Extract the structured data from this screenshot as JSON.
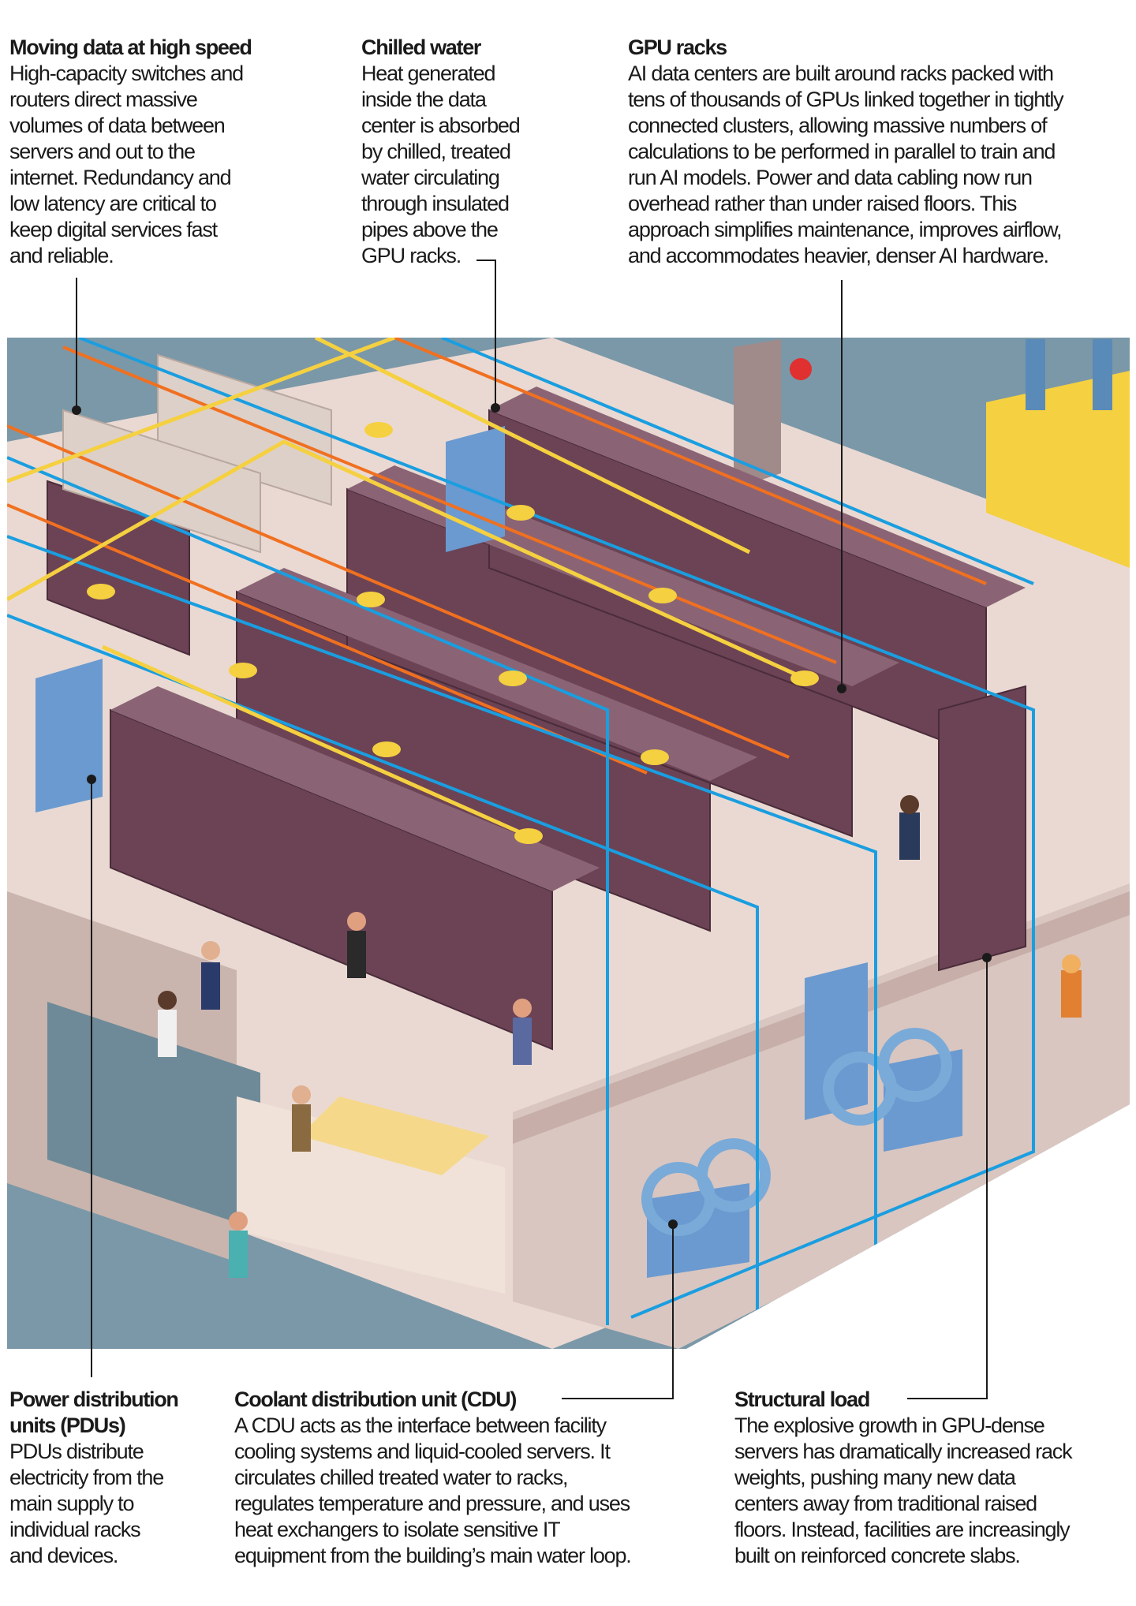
{
  "callouts": {
    "moving_data": {
      "title": "Moving data at high speed",
      "lines": [
        "High-capacity switches and",
        "routers direct massive",
        "volumes of data between",
        "servers and out to the",
        "internet. Redundancy and",
        "low latency are critical to",
        "keep digital services fast",
        "and reliable."
      ]
    },
    "chilled_water": {
      "title": "Chilled water",
      "lines": [
        "Heat generated",
        "inside the data",
        "center is absorbed",
        "by chilled, treated",
        "water circulating",
        "through insulated",
        "pipes above the",
        "GPU racks."
      ]
    },
    "gpu_racks": {
      "title": "GPU racks",
      "lines": [
        "AI data centers are built around racks packed with",
        "tens of thousands of GPUs linked together in tightly",
        "connected clusters, allowing massive numbers of",
        "calculations to be performed in parallel to train and",
        "run AI models. Power and data cabling now run",
        "overhead rather than under raised floors. This",
        "approach simplifies maintenance, improves airflow,",
        "and accommodates heavier, denser AI hardware."
      ]
    },
    "pdus": {
      "title_lines": [
        "Power distribution",
        "units (PDUs)"
      ],
      "lines": [
        "PDUs distribute",
        "electricity from the",
        "main supply to",
        "individual racks",
        "and devices."
      ]
    },
    "cdu": {
      "title": "Coolant distribution unit (CDU)",
      "lines": [
        "A CDU acts as the interface between facility",
        "cooling systems and liquid-cooled servers. It",
        "circulates chilled treated water to racks,",
        "regulates temperature and pressure, and uses",
        "heat exchangers to isolate sensitive IT",
        "equipment from the building’s main water loop."
      ]
    },
    "structural_load": {
      "title": "Structural load",
      "lines": [
        "The explosive growth in GPU-dense",
        "servers has dramatically increased rack",
        "weights, pushing many new data",
        "centers away from traditional raised",
        "floors. Instead, facilities are increasingly",
        "built on reinforced concrete slabs."
      ]
    }
  },
  "colors": {
    "rack": "#6b4355",
    "floor": "#e8d8d0",
    "water_pipe": "#1a9ee0",
    "power_cable": "#f07020",
    "data_cable": "#f5d040",
    "cdu": "#6a9ad0"
  }
}
